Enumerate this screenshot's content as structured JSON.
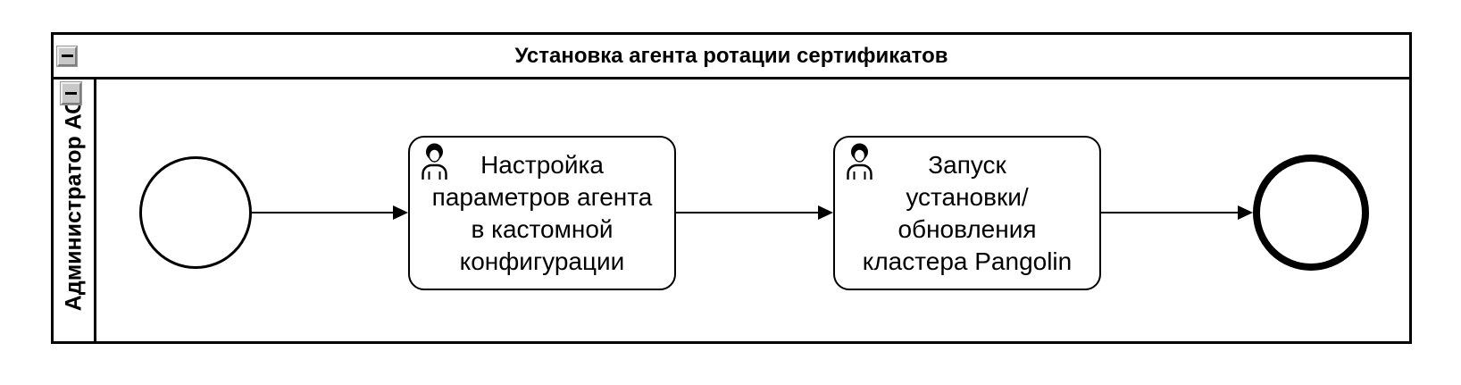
{
  "pool": {
    "title": "Установка агента ротации сертификатов",
    "collapse_icon": "minus-icon",
    "lane": {
      "name": "Администратор АС",
      "collapse_icon": "minus-icon"
    }
  },
  "process": {
    "start_event": {
      "name": "start-event"
    },
    "tasks": [
      {
        "kind": "user-task",
        "marker_icon": "user-icon",
        "label": "Настройка параметров агента в кастомной конфигурации",
        "lines": [
          "Настройка",
          "параметров агента",
          "в кастомной",
          "конфигурации"
        ]
      },
      {
        "kind": "user-task",
        "marker_icon": "user-icon",
        "label": "Запуск установки/обновления кластера Pangolin",
        "lines": [
          "Запуск",
          "установки/",
          "обновления",
          "кластера Pangolin"
        ]
      }
    ],
    "end_event": {
      "name": "end-event"
    },
    "flows": [
      {
        "from": "start-event",
        "to": "task-1"
      },
      {
        "from": "task-1",
        "to": "task-2"
      },
      {
        "from": "task-2",
        "to": "end-event"
      }
    ]
  },
  "colors": {
    "stroke": "#000000",
    "background": "#ffffff",
    "button_face": "#c8c8c8"
  }
}
